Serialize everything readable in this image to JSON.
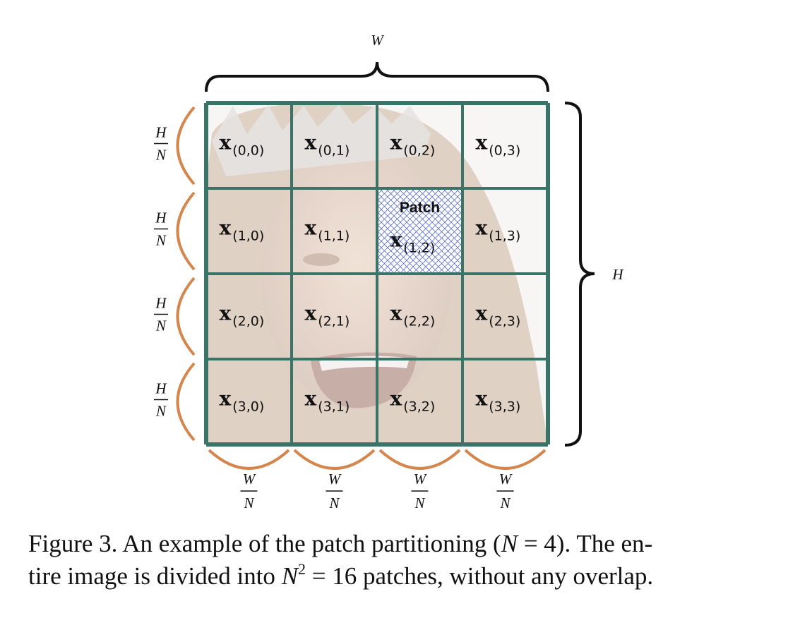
{
  "diagram": {
    "labels": {
      "width": "W",
      "height": "H",
      "row_frac_num": "H",
      "row_frac_den": "N",
      "col_frac_num": "W",
      "col_frac_den": "N"
    },
    "grid": {
      "rows": 4,
      "cols": 4,
      "symbol": "x",
      "highlight": {
        "row": 1,
        "col": 2,
        "label": "Patch"
      },
      "patches": [
        [
          "(0,0)",
          "(0,1)",
          "(0,2)",
          "(0,3)"
        ],
        [
          "(1,0)",
          "(1,1)",
          "(1,2)",
          "(1,3)"
        ],
        [
          "(2,0)",
          "(2,1)",
          "(2,2)",
          "(2,3)"
        ],
        [
          "(3,0)",
          "(3,1)",
          "(3,2)",
          "(3,3)"
        ]
      ]
    },
    "colors": {
      "grid_line": "#3a7468",
      "arc": "#d4864c",
      "brace": "#111111",
      "hatch": "#5b6fc4",
      "overlay": "#ffffff"
    }
  },
  "caption": {
    "line1_a": "Figure 3. An example of the patch partitioning (",
    "line1_var": "N",
    "line1_b": " = 4). The en-",
    "line2_a": "tire image is divided into ",
    "line2_var": "N",
    "line2_exp": "2",
    "line2_b": " = 16 patches, without any overlap."
  }
}
